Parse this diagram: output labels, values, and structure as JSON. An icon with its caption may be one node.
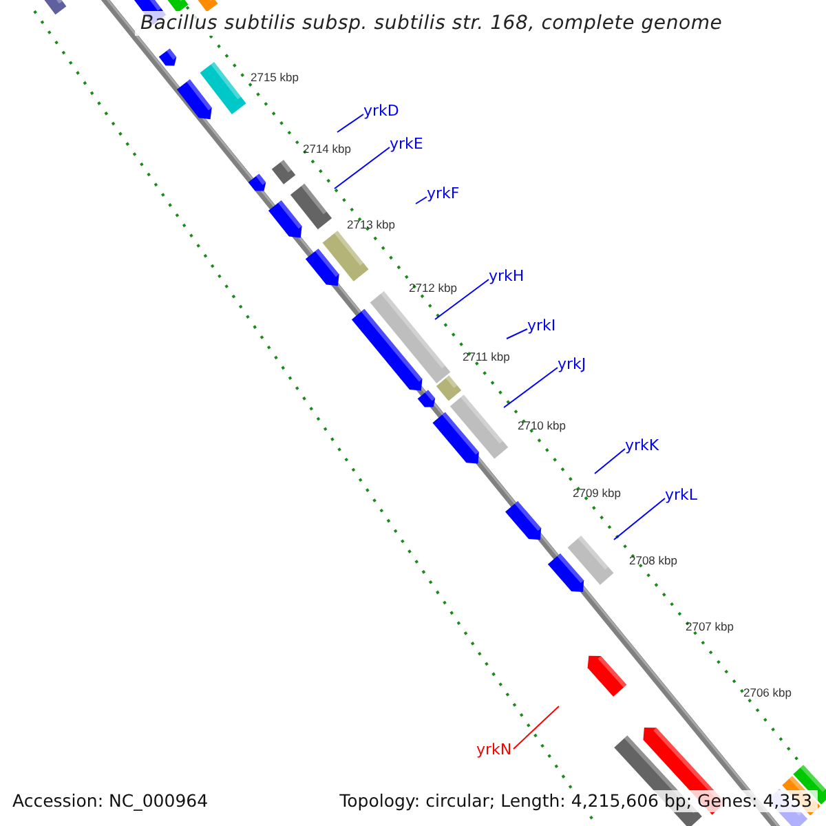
{
  "diagram": {
    "title": "Bacillus subtilis subsp. subtilis str. 168, complete genome",
    "nodes": [
      {
        "text": [
          "yrkD"
        ]
      },
      {
        "text": [
          "yrkE"
        ]
      },
      {
        "text": [
          "yrkF"
        ]
      },
      {
        "text": [
          "yrkH"
        ]
      },
      {
        "text": [
          "yrkI"
        ]
      },
      {
        "text": [
          "yrkJ"
        ]
      },
      {
        "text": [
          "yrkK"
        ]
      },
      {
        "text": [
          "yrkL"
        ]
      },
      {
        "text": [
          "yrkN"
        ]
      }
    ],
    "edges": [
      {
        "from": 0,
        "to": null,
        "arrow": "none"
      },
      {
        "from": 1,
        "to": null,
        "arrow": "none"
      },
      {
        "from": 2,
        "to": null,
        "arrow": "none"
      },
      {
        "from": 3,
        "to": null,
        "arrow": "none"
      },
      {
        "from": 4,
        "to": null,
        "arrow": "none"
      },
      {
        "from": 5,
        "to": null,
        "arrow": "none"
      },
      {
        "from": 6,
        "to": null,
        "arrow": "none"
      },
      {
        "from": 7,
        "to": null,
        "arrow": "none"
      },
      {
        "from": 8,
        "to": null,
        "arrow": "none",
        "color": "#ff0000"
      }
    ],
    "labels": [
      "2715 kbp",
      "2714 kbp",
      "2713 kbp",
      "2712 kbp",
      "2711 kbp",
      "2710 kbp",
      "2709 kbp",
      "2708 kbp",
      "2707 kbp",
      "2706 kbp",
      "Accession: NC_000964",
      "Topology: circular; Length: 4,215,606 bp; Genes: 4,353"
    ]
  }
}
